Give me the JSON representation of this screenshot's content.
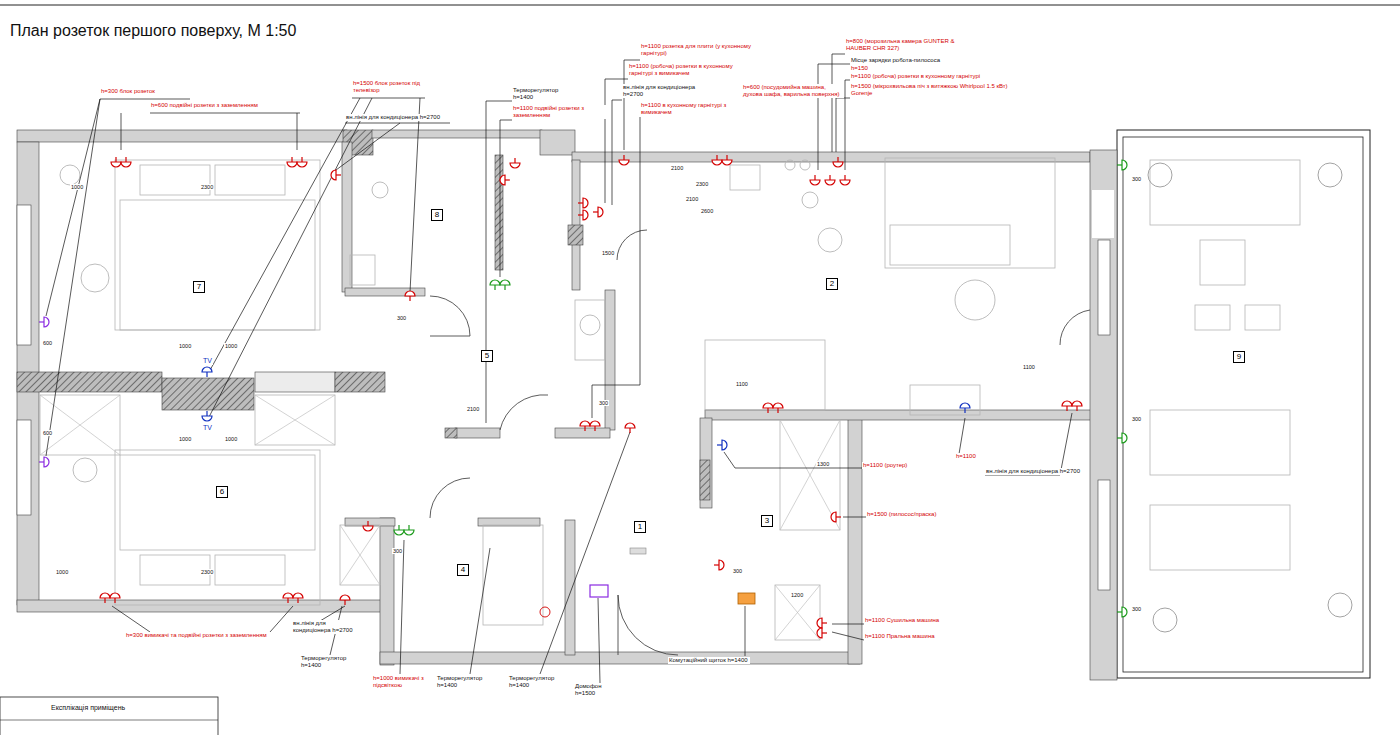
{
  "diagram": {
    "title": "План розеток першого поверху, М 1:50",
    "nodes": [
      {
        "text": [
          "7"
        ]
      },
      {
        "text": [
          "8"
        ]
      },
      {
        "text": [
          "2"
        ]
      },
      {
        "text": [
          "5"
        ]
      },
      {
        "text": [
          "9"
        ]
      },
      {
        "text": [
          "6"
        ]
      },
      {
        "text": [
          "3"
        ]
      },
      {
        "text": [
          "1"
        ]
      },
      {
        "text": [
          "4"
        ]
      }
    ],
    "labels": [
      "h=300 блок розеток",
      "h=600 подвійні розетки з заземленням",
      "h=1500 блок розеток під телевізор",
      "вн.лінія для кондиціонера h=2700",
      "Терморегулятор h=1400",
      "h=1100 подвійні розетки з заземленням",
      "h=1100 розетка для плити (у кухонному гарнітурі)",
      "h=1100 (робоча) розетки в кухонному гарнітурі з вимикачем",
      "вн.лінія для кондиціонера h=2700",
      "h=1100 в кухонному гарнітурі з вимикачем",
      "h=800 (морозильна камера GUNTER & HAUBER CHR 327)",
      "Місце зарядки робота-пилососа",
      "h=150",
      "h=1100 (робоча) розетки в кухонному гарнітурі",
      "h=600 (посудомийна машина, духова шафа, варильна поверхня)",
      "h=1500 (мікрохвильова піч з витяжкою Whirlpool 1.5 кВт) Gorenje",
      "h=1100 (роутер)",
      "h=1100",
      "вн.лінія для кондиціонера h=2700",
      "h=1500 (пилосос/праска)",
      "h=1100 Сушильна машина",
      "h=1100 Пральна машина",
      "Комутаційний щиток h=1400",
      "Терморегулятор h=1400",
      "h=1000 вимикачі з підсвіткою",
      "Терморегулятор h=1400",
      "Терморегулятор h=1400",
      "Домофон h=1500",
      "h=300 вимикачі та подвійні розетки з заземленням",
      "вн.лінія для кондиціонера h=2700",
      "TV",
      "TV",
      "Експлікація приміщень",
      "1000",
      "2300",
      "1000",
      "1000",
      "1000",
      "1000",
      "1000",
      "2300",
      "1100",
      "1100",
      "2100",
      "2300",
      "2100",
      "2600",
      "300",
      "300",
      "2100",
      "1500",
      "600",
      "600",
      "1300",
      "300",
      "300",
      "300",
      "1200",
      "300",
      "300"
    ]
  }
}
